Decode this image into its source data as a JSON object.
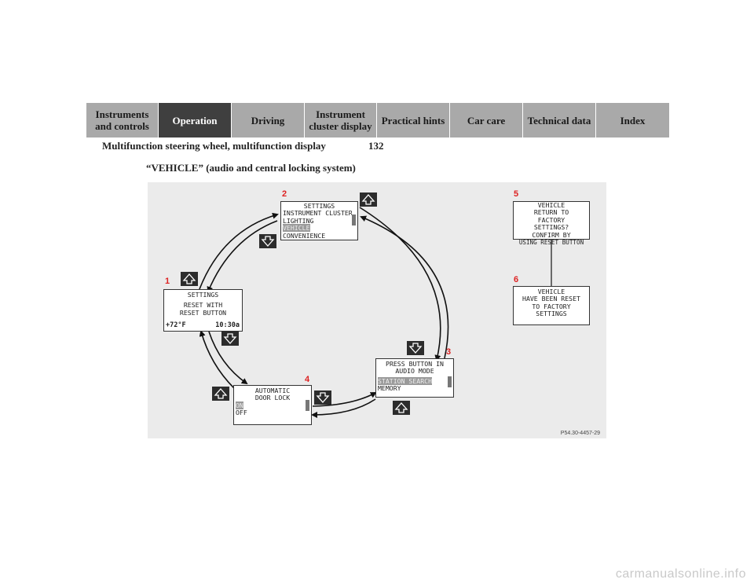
{
  "tabs": [
    {
      "label": "Instruments and controls",
      "active": false
    },
    {
      "label": "Operation",
      "active": true
    },
    {
      "label": "Driving",
      "active": false
    },
    {
      "label": "Instrument cluster display",
      "active": false
    },
    {
      "label": "Practical hints",
      "active": false
    },
    {
      "label": "Car care",
      "active": false
    },
    {
      "label": "Technical data",
      "active": false
    },
    {
      "label": "Index",
      "active": false
    }
  ],
  "header": {
    "section": "Multifunction steering wheel, multifunction display",
    "page_number": "132"
  },
  "subtitle": "“VEHICLE” (audio and central locking system)",
  "figure": {
    "code": "P54.30-4457-29",
    "screens": {
      "s1": {
        "num": "1",
        "lines": [
          "SETTINGS",
          "RESET WITH",
          "RESET BUTTON"
        ],
        "temp": "+72°F",
        "time": "10:30a"
      },
      "s2": {
        "num": "2",
        "lines": [
          "SETTINGS",
          "INSTRUMENT CLUSTER",
          "LIGHTING",
          "VEHICLE",
          "CONVENIENCE"
        ]
      },
      "s3": {
        "num": "3",
        "lines": [
          "PRESS BUTTON IN",
          "AUDIO MODE",
          "STATION SEARCH",
          "MEMORY"
        ]
      },
      "s4": {
        "num": "4",
        "lines": [
          "AUTOMATIC",
          "DOOR LOCK",
          "ON",
          "OFF"
        ]
      },
      "s5": {
        "num": "5",
        "lines": [
          "VEHICLE",
          "RETURN TO",
          "FACTORY",
          "SETTINGS?",
          "CONFIRM BY",
          "USING RESET BUTTON"
        ]
      },
      "s6": {
        "num": "6",
        "lines": [
          "VEHICLE",
          "HAVE BEEN RESET",
          "TO FACTORY",
          "SETTINGS"
        ]
      }
    }
  },
  "footer": {
    "watermark": "carmanualsonline.info"
  }
}
